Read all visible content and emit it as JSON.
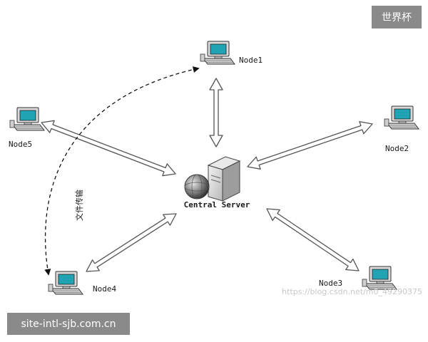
{
  "diagram": {
    "central": {
      "label": "Central Server"
    },
    "nodes": [
      {
        "id": "node1",
        "label": "Node1"
      },
      {
        "id": "node2",
        "label": "Node2"
      },
      {
        "id": "node3",
        "label": "Node3"
      },
      {
        "id": "node4",
        "label": "Node4"
      },
      {
        "id": "node5",
        "label": "Node5"
      }
    ],
    "transfer_label": "文件传输",
    "links": [
      {
        "from": "central",
        "to": "node1",
        "style": "double-arrow"
      },
      {
        "from": "central",
        "to": "node2",
        "style": "double-arrow"
      },
      {
        "from": "central",
        "to": "node3",
        "style": "double-arrow"
      },
      {
        "from": "central",
        "to": "node4",
        "style": "double-arrow"
      },
      {
        "from": "central",
        "to": "node5",
        "style": "double-arrow"
      },
      {
        "from": "node4",
        "to": "node1",
        "style": "dashed-curve",
        "label_key": "transfer_label"
      }
    ]
  },
  "overlays": {
    "top_right_badge": "世界杯",
    "bottom_left_badge": "site-intl-sjb.com.cn",
    "url_watermark": "https://blog.csdn.net/m0_49290375"
  },
  "colors": {
    "screen": "#20a4b4",
    "arrow_fill": "#ffffff",
    "arrow_stroke": "#555555",
    "badge_bg": "#8a8a8a"
  }
}
